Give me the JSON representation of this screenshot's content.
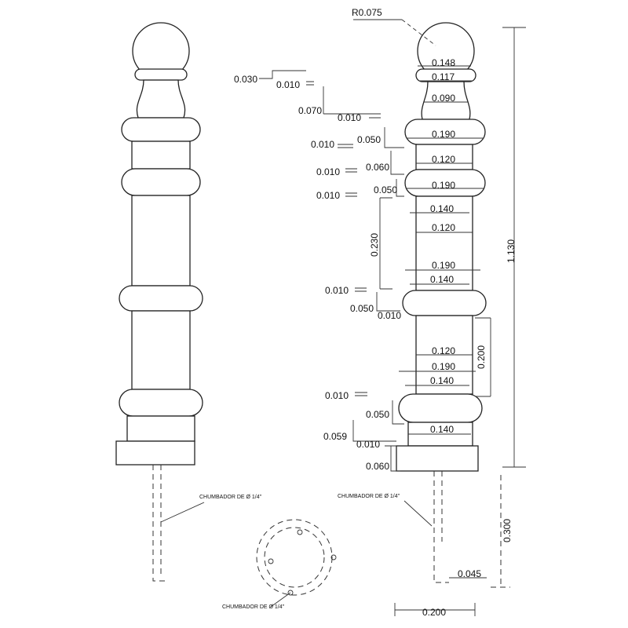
{
  "drawing": {
    "radius_label": "R0.075",
    "anchor_label": "CHUMBADOR DE Ø 1/4\"",
    "dims_center": [
      "0.148",
      "0.117",
      "0.090",
      "0.190",
      "0.120",
      "0.190",
      "0.140",
      "0.120",
      "0.190",
      "0.140",
      "0.120",
      "0.190",
      "0.140",
      "0.140"
    ],
    "dims_left": [
      "0.030",
      "0.010",
      "0.070",
      "0.010",
      "0.010",
      "0.050",
      "0.010",
      "0.060",
      "0.010",
      "0.050",
      "0.230",
      "0.010",
      "0.050",
      "0.010",
      "0.010",
      "0.050",
      "0.059",
      "0.010",
      "0.060"
    ],
    "dims_right": [
      "1.130",
      "0.200",
      "0.300",
      "0.045"
    ],
    "dims_bottom": [
      "0.200"
    ]
  }
}
